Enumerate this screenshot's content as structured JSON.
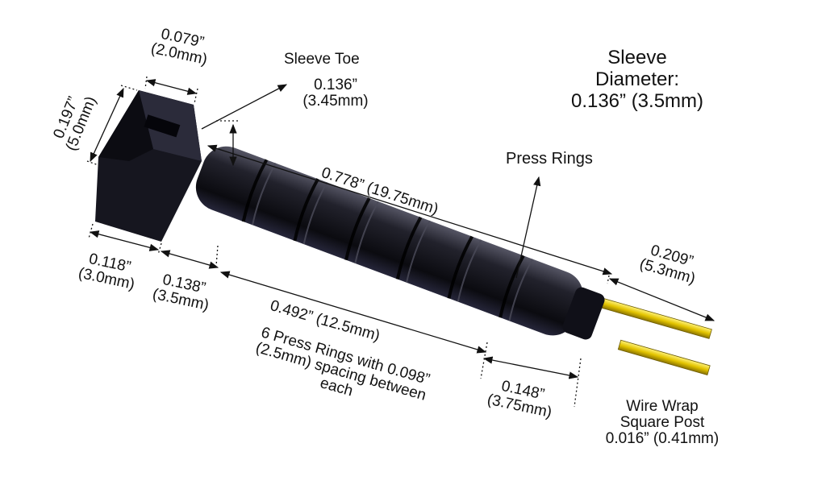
{
  "labels": {
    "sleeve_diameter": {
      "title": "Sleeve",
      "line2": "Diameter:",
      "value": "0.136” (3.5mm)"
    },
    "sleeve_toe": {
      "title": "Sleeve Toe",
      "value_in": "0.136”",
      "value_mm": "(3.45mm)"
    },
    "press_rings": {
      "title": "Press Rings"
    },
    "dim_079": {
      "inch": "0.079”",
      "mm": "(2.0mm)"
    },
    "dim_197": {
      "inch": "0.197”",
      "mm": "(5.0mm)"
    },
    "dim_778": {
      "text": "0.778” (19.75mm)"
    },
    "dim_209": {
      "inch": "0.209”",
      "mm": "(5.3mm)"
    },
    "dim_118": {
      "inch": "0.118”",
      "mm": "(3.0mm)"
    },
    "dim_138": {
      "inch": "0.138”",
      "mm": "(3.5mm)"
    },
    "dim_492": {
      "text": "0.492”  (12.5mm)"
    },
    "press_note": {
      "line1": "6 Press Rings with 0.098”",
      "line2": "(2.5mm) spacing between",
      "line3": "each"
    },
    "dim_148": {
      "inch": "0.148”",
      "mm": "(3.75mm)"
    },
    "wire_wrap": {
      "line1": "Wire Wrap",
      "line2": "Square Post",
      "line3": "0.016” (0.41mm)"
    }
  },
  "colors": {
    "body": "#15151f",
    "pins": "#e3c400",
    "lines": "#111111"
  }
}
